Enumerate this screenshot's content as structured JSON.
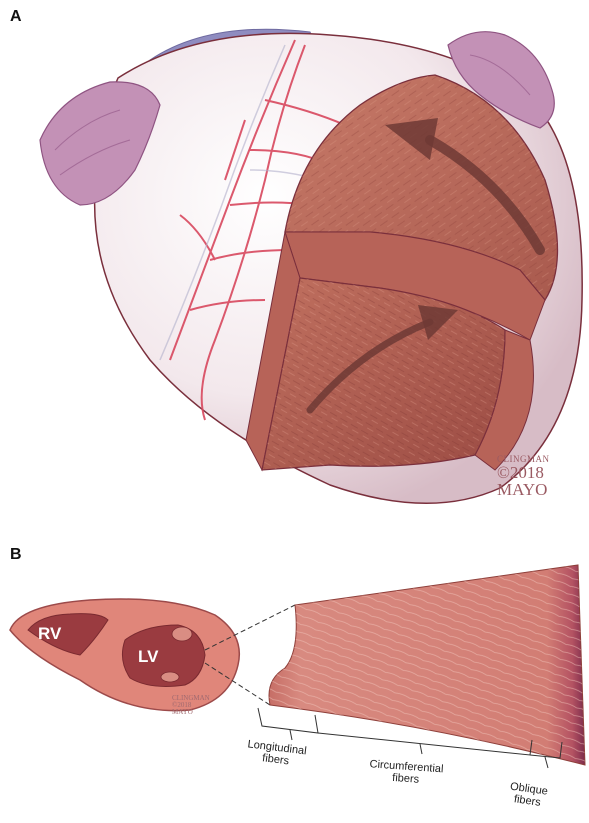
{
  "panels": {
    "a": {
      "label": "A"
    },
    "b": {
      "label": "B"
    }
  },
  "watermark_a": {
    "name": "CLINGMAN",
    "year": "©2018",
    "institution": "MAYO"
  },
  "watermark_b": {
    "name": "CLINGMAN",
    "year": "©2018",
    "institution": "MAYO"
  },
  "chambers": {
    "rv": "RV",
    "lv": "LV"
  },
  "fiber_labels": {
    "longitudinal_line1": "Longitudinal",
    "longitudinal_line2": "fibers",
    "circumferential_line1": "Circumferential",
    "circumferential_line2": "fibers",
    "oblique_line1": "Oblique",
    "oblique_line2": "fibers"
  },
  "colors": {
    "myocardium": "#b5655a",
    "myocardium_dark": "#8e3f3a",
    "epicardium": "#f1e6ea",
    "vessel": "#d8485e",
    "atrium": "#c08ab0",
    "outline": "#7a2f3c"
  }
}
